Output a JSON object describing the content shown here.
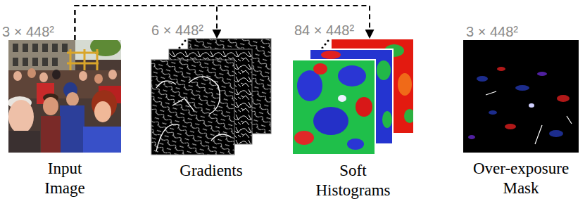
{
  "diagram": {
    "nodes": [
      {
        "text": [
          "3 × 448²",
          "Input Image"
        ]
      },
      {
        "text": [
          "6 × 448²",
          "Gradients"
        ]
      },
      {
        "text": [
          "84 × 448²",
          "Soft Histograms"
        ]
      },
      {
        "text": [
          "3 × 448²",
          "Over-exposure Mask"
        ]
      }
    ],
    "edges": [
      {
        "from": 0,
        "to": 1,
        "arrow": "to"
      },
      {
        "from": 0,
        "to": 2,
        "arrow": "to"
      }
    ]
  }
}
